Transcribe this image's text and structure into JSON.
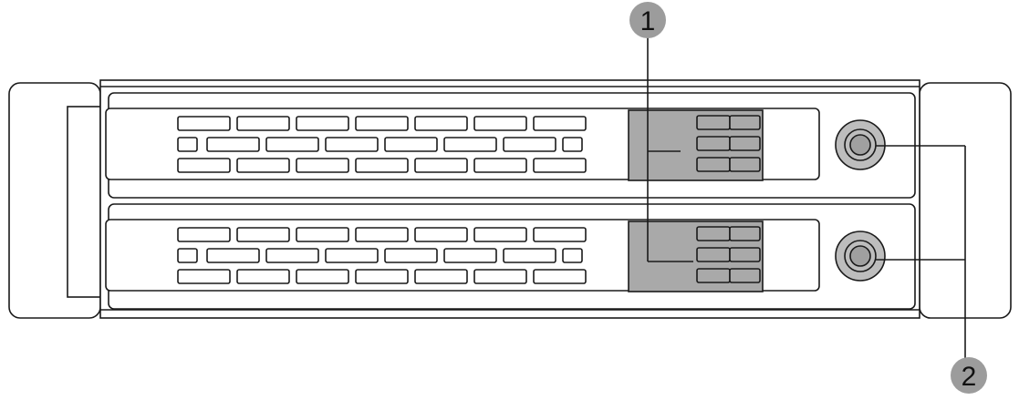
{
  "callouts": [
    {
      "label": "1"
    },
    {
      "label": "2"
    }
  ],
  "drive_bays": [
    {
      "id": "bay-1"
    },
    {
      "id": "bay-2"
    }
  ],
  "colors": {
    "outline": "#1a1a1a",
    "latch_fill": "#a9a9a9",
    "button_fill": "#bdbdbd",
    "callout_fill": "#9c9c9c"
  }
}
